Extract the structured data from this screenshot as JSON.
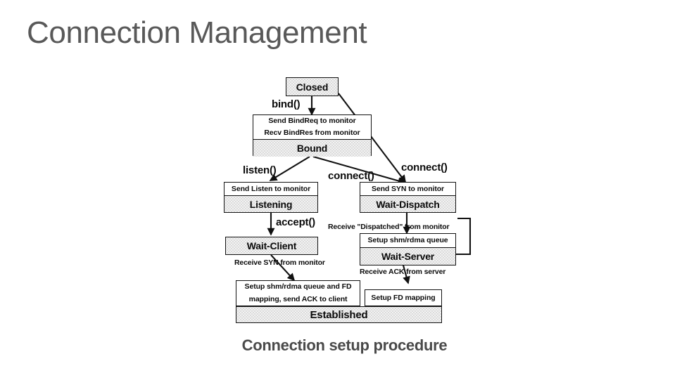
{
  "slide": {
    "title": "Connection Management",
    "caption": "Connection setup procedure",
    "title_color": "#595959",
    "caption_color": "#4a4a4a",
    "background_color": "#ffffff"
  },
  "diagram": {
    "type": "state-flow-diagram",
    "line_color": "#111111",
    "state_fill": "#f2f2f2",
    "action_fill": "#ffffff",
    "nodes": [
      {
        "id": "closed",
        "state": "Closed",
        "actions": []
      },
      {
        "id": "bound",
        "state": "Bound",
        "actions": [
          "Send BindReq to monitor",
          "Recv BindRes from monitor"
        ]
      },
      {
        "id": "listening",
        "state": "Listening",
        "actions": [
          "Send Listen to monitor"
        ]
      },
      {
        "id": "wait-dispatch",
        "state": "Wait-Dispatch",
        "actions": [
          "Send SYN to monitor"
        ]
      },
      {
        "id": "wait-client",
        "state": "Wait-Client",
        "actions": []
      },
      {
        "id": "wait-server",
        "state": "Wait-Server",
        "actions": [
          "Setup shm/rdma queue"
        ]
      },
      {
        "id": "established",
        "state": "Established",
        "actions": []
      },
      {
        "id": "server-setup",
        "state": "",
        "actions": [
          "Setup shm/rdma queue and FD",
          "mapping, send ACK to client"
        ]
      },
      {
        "id": "client-setup",
        "state": "",
        "actions": [
          "Setup FD mapping"
        ]
      }
    ],
    "edge_labels": [
      {
        "id": "bind",
        "text": "bind()"
      },
      {
        "id": "listen",
        "text": "listen()"
      },
      {
        "id": "connect-left",
        "text": "connect()"
      },
      {
        "id": "connect-right",
        "text": "connect()"
      },
      {
        "id": "accept",
        "text": "accept()"
      },
      {
        "id": "receive-dispatched",
        "text": "Receive \"Dispatched\" from monitor"
      },
      {
        "id": "receive-syn",
        "text": "Receive SYN from monitor"
      },
      {
        "id": "receive-ack",
        "text": "Receive ACK from server"
      }
    ]
  }
}
